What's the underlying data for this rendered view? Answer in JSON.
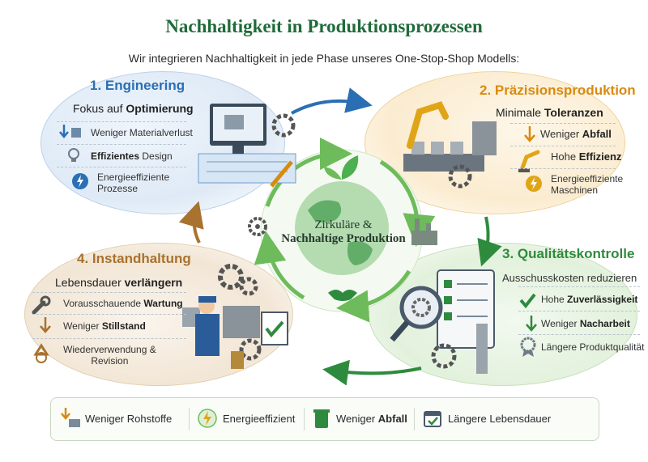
{
  "header": {
    "title": "Nachhaltigkeit in Produktionsprozessen",
    "subtitle": "Wir integrieren Nachhaltigkeit in jede Phase unseres One-Stop-Shop Modells:"
  },
  "engineering": {
    "title": "1. Engineering",
    "focus_pre": "Fokus auf ",
    "focus_bold": "Optimierung",
    "items": [
      {
        "pre": "Weniger Materialverlust",
        "bold": ""
      },
      {
        "pre": "",
        "bold": "Effizientes",
        "post": " Design"
      },
      {
        "line1": "Energieeffiziente",
        "line2": "Prozesse"
      }
    ]
  },
  "precision": {
    "title": "2. Präzisionsproduktion",
    "focus_pre": "Minimale ",
    "focus_bold": "Toleranzen",
    "items": [
      {
        "pre": "Weniger ",
        "bold": "Abfall"
      },
      {
        "pre": "Hohe ",
        "bold": "Effizienz"
      },
      {
        "line1": "Energieeffiziente",
        "line2": "Maschinen"
      }
    ]
  },
  "quality": {
    "title": "3. Qualitätskontrolle",
    "focus": "Ausschusskosten reduzieren",
    "items": [
      {
        "pre": "Hohe ",
        "bold": "Zuverlässigkeit"
      },
      {
        "pre": "Weniger ",
        "bold": "Nacharbeit"
      },
      {
        "pre": "Längere Produktqualität",
        "bold": ""
      }
    ]
  },
  "maintenance": {
    "title": "4. Instandhaltung",
    "focus_pre": "Lebensdauer ",
    "focus_bold": "verlängern",
    "items": [
      {
        "pre": "Vorausschauende ",
        "bold": "Wartung"
      },
      {
        "pre": "Weniger ",
        "bold": "Stillstand"
      },
      {
        "line1": "Wiederverwendung &",
        "line2": "Revision"
      }
    ]
  },
  "center": {
    "line1": "Zirkuläre &",
    "line2": "Nachhaltige Produktion"
  },
  "bottom": [
    {
      "pre": "Weniger Rohstoffe",
      "bold": ""
    },
    {
      "pre": "Energieeffizient",
      "bold": ""
    },
    {
      "pre": "Weniger ",
      "bold": "Abfall"
    },
    {
      "pre": "Längere Lebensdauer",
      "bold": ""
    }
  ],
  "colors": {
    "title_green": "#1f6b3a",
    "engineering_blue": "#2a6fb4",
    "precision_orange": "#d98a0f",
    "quality_green": "#2e8b3d",
    "maintenance_brown": "#a8722f"
  }
}
